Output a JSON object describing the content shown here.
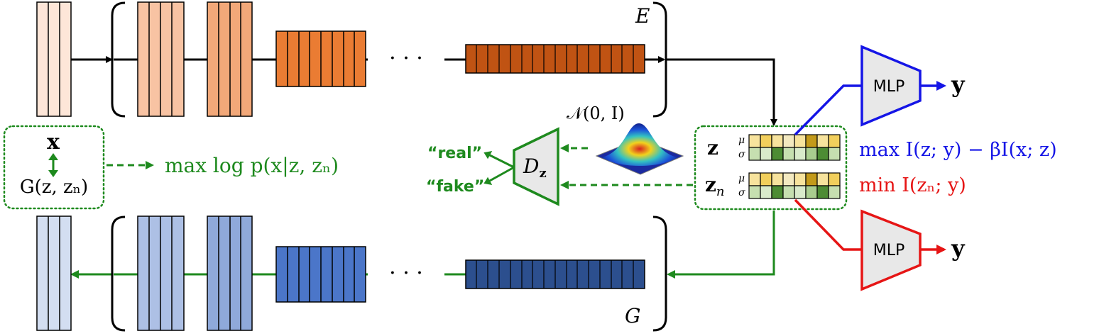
{
  "labels": {
    "encoder": "E",
    "generator": "G",
    "prior": "𝒩(0, I)",
    "x": "x",
    "gen_x": "G(z, zₙ)",
    "recon_objective": "max log p(x|z, zₙ)",
    "discriminator": "D",
    "discriminator_sub": "z",
    "real": "“real”",
    "fake": "“fake”",
    "z": "z",
    "zn": "z",
    "zn_sub": "n",
    "mu": "μ",
    "sigma": "σ",
    "mlp_top": "MLP",
    "mlp_bottom": "MLP",
    "y_top": "y",
    "y_bottom": "y",
    "max_objective": "max I(z; y) − βI(x; z)",
    "min_objective": "min I(zₙ; y)",
    "dots_top": "· · ·",
    "dots_bottom": "· · ·"
  },
  "colors": {
    "encoder_shades": [
      "#fde6d8",
      "#f8c3a3",
      "#f2a879",
      "#ea7c33",
      "#c05313"
    ],
    "generator_shades": [
      "#d3def1",
      "#adc0e5",
      "#8fa9da",
      "#4b76c9",
      "#2c4f8e"
    ],
    "green": "#1e8a1e",
    "blue": "#1515e6",
    "red": "#e61515",
    "mlp_fill": "#e8e8e8",
    "latent_mu_cells": [
      "#f7e39d",
      "#f2cf5c",
      "#f7e39d",
      "#f3e9c0",
      "#f7e39d",
      "#c39a1a",
      "#f7e39d",
      "#f2cf5c"
    ],
    "latent_sigma_cells": [
      "#c6dfb0",
      "#d9eacb",
      "#4d8c34",
      "#c6dfb0",
      "#d9eacb",
      "#a9cd8f",
      "#4d8c34",
      "#c6dfb0"
    ],
    "zn_mu_cells": [
      "#f7e39d",
      "#f2cf5c",
      "#f7e39d",
      "#f3e9c0",
      "#f7e39d",
      "#c39a1a",
      "#f7e39d",
      "#f2cf5c"
    ],
    "zn_sigma_cells": [
      "#c6dfb0",
      "#d9eacb",
      "#4d8c34",
      "#c6dfb0",
      "#d9eacb",
      "#a9cd8f",
      "#4d8c34",
      "#c6dfb0"
    ]
  }
}
